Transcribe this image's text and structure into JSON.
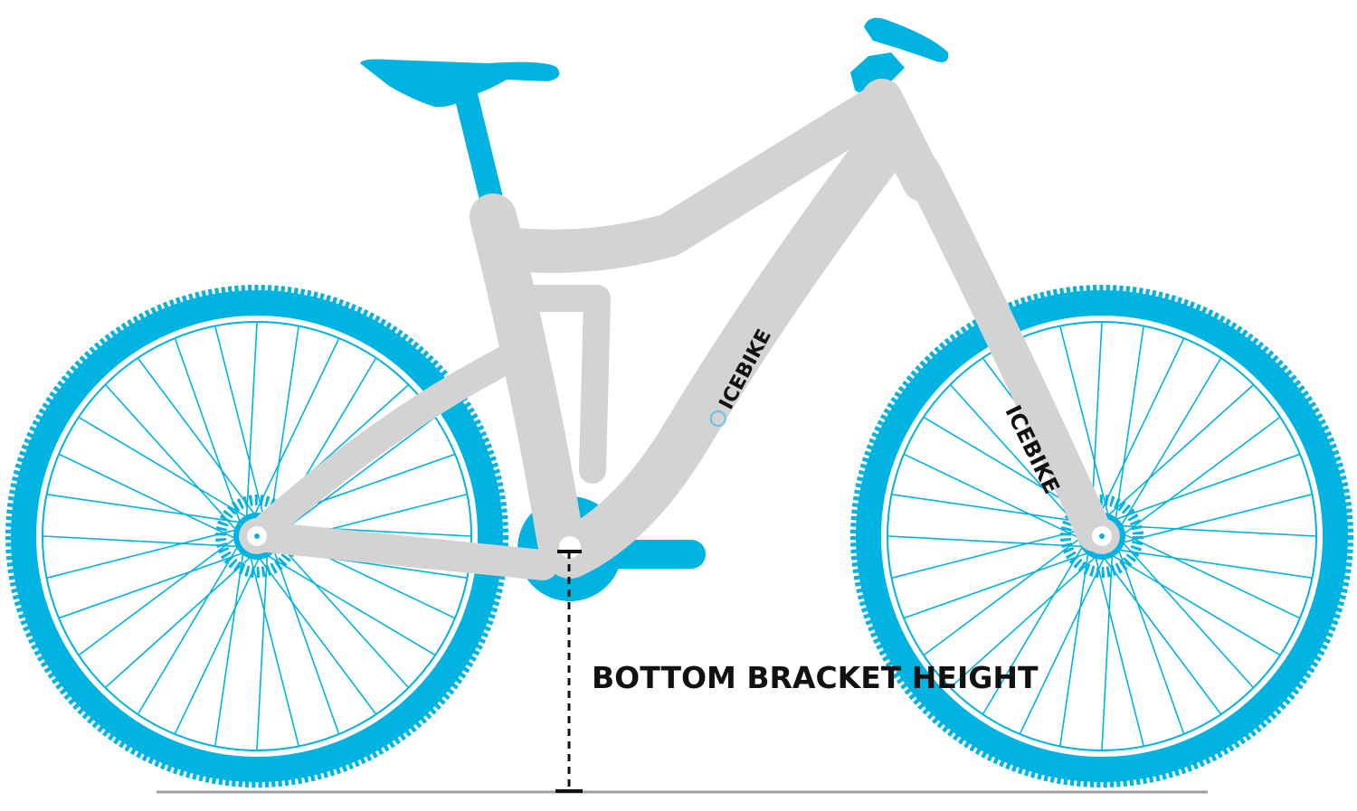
{
  "diagram": {
    "measurement_label": "BOTTOM BRACKET HEIGHT",
    "brand_downtube": "ICEBIKE",
    "brand_fork": "ICEBIKE",
    "colors": {
      "accent_blue": "#00b3e0",
      "frame_gray": "#d3d3d3",
      "ground_line": "#a0a0a0",
      "measure_line": "#111111"
    }
  }
}
